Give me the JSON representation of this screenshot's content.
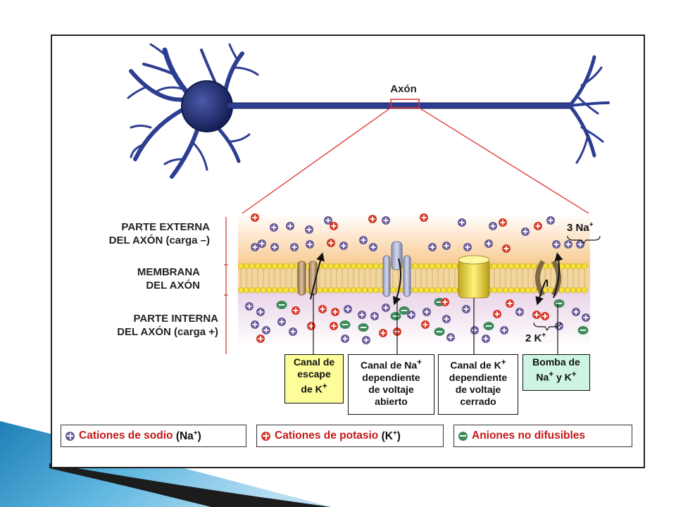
{
  "colors": {
    "sodium": "#6a5c9a",
    "potassium": "#d63a2a",
    "anion": "#3d8a5a",
    "escape_box": "#fdfd99",
    "pump_box": "#cdf5e1",
    "zoom_lines": "#e03030",
    "neuron": "#2d3e92"
  },
  "diagram": {
    "axon_label": "Axón",
    "outside_label_line1": "PARTE EXTERNA",
    "outside_label_line2": "DEL AXÓN (carga –)",
    "membrane_label_line1": "MEMBRANA",
    "membrane_label_line2": "DEL AXÓN",
    "inside_label_line1": "PARTE INTERNA",
    "inside_label_line2": "DEL AXÓN (carga +)",
    "pump_top_label": "3 Na",
    "pump_top_sup": "+",
    "pump_bottom_label": "2 K",
    "pump_bottom_sup": "+"
  },
  "channels": {
    "escape": {
      "line1": "Canal de",
      "line2": "escape",
      "line3": "de K",
      "line3_sup": "+"
    },
    "na_open": {
      "line1": "Canal de Na",
      "line1_sup": "+",
      "line2": "dependiente",
      "line3": "de voltaje",
      "line4": "abierto"
    },
    "k_closed": {
      "line1": "Canal de K",
      "line1_sup": "+",
      "line2": "dependiente",
      "line3": "de voltaje",
      "line4": "cerrado"
    },
    "pump": {
      "line1": "Bomba de",
      "line2_a": "Na",
      "line2_sup_a": "+",
      "line2_b": "y K",
      "line2_sup_b": "+"
    }
  },
  "legend": {
    "sodium_text": "Cationes de sodio",
    "sodium_ion": "(Na",
    "sodium_sup": "+",
    "sodium_close": ")",
    "potassium_text": "Cationes de potasio",
    "potassium_ion": "(K",
    "potassium_sup": "+",
    "potassium_close": ")",
    "anion_text": "Aniones no difusibles"
  }
}
